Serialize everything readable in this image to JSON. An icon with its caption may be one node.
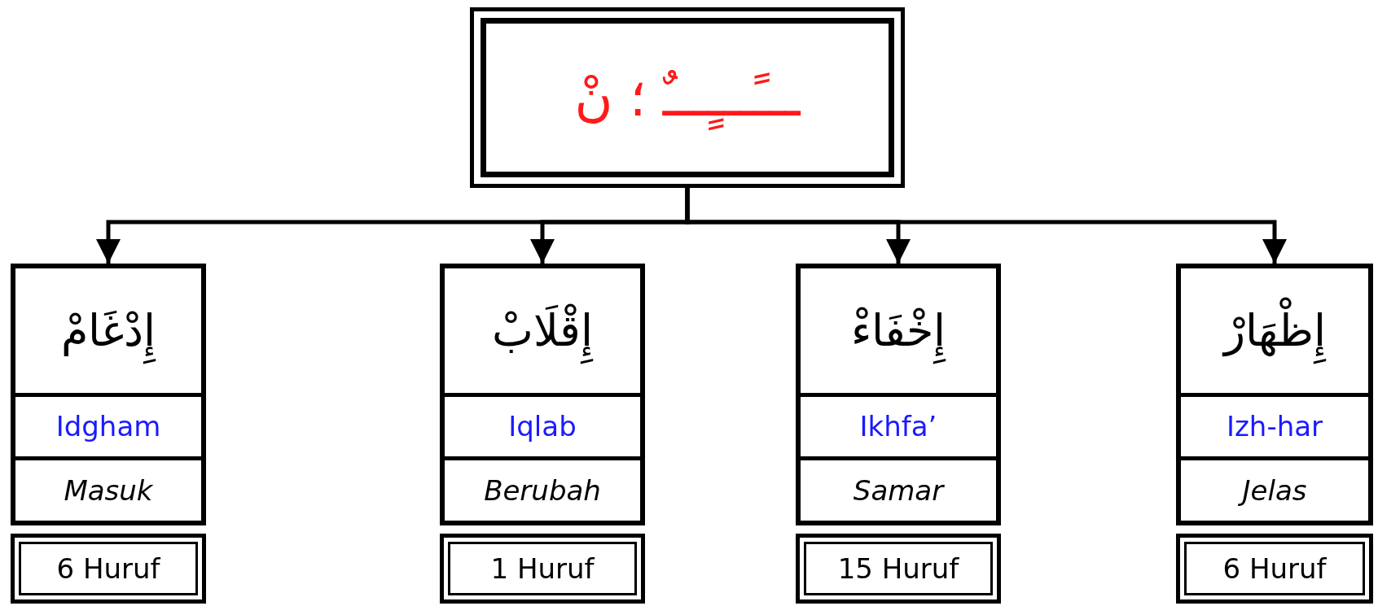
{
  "diagram": {
    "nodes": [
      {
        "text": [
          "ـــًـــٍـــٌ ؛ نْ"
        ]
      },
      {
        "text": [
          "إِدْغَامْ",
          "Idgham",
          "Masuk"
        ]
      },
      {
        "text": [
          "6 Huruf"
        ]
      },
      {
        "text": [
          "إِقْلَابْ",
          "Iqlab",
          "Berubah"
        ]
      },
      {
        "text": [
          "1 Huruf"
        ]
      },
      {
        "text": [
          "إِخْفَاءْ",
          "Ikhfa’",
          "Samar"
        ]
      },
      {
        "text": [
          "15 Huruf"
        ]
      },
      {
        "text": [
          "إِظْهَارْ",
          "Izh-har",
          "Jelas"
        ]
      },
      {
        "text": [
          "6 Huruf"
        ]
      }
    ],
    "edges": [
      {
        "from": 0,
        "to": 1,
        "arrow": "to"
      },
      {
        "from": 0,
        "to": 3,
        "arrow": "to"
      },
      {
        "from": 0,
        "to": 5,
        "arrow": "to"
      },
      {
        "from": 0,
        "to": 7,
        "arrow": "to"
      }
    ]
  }
}
